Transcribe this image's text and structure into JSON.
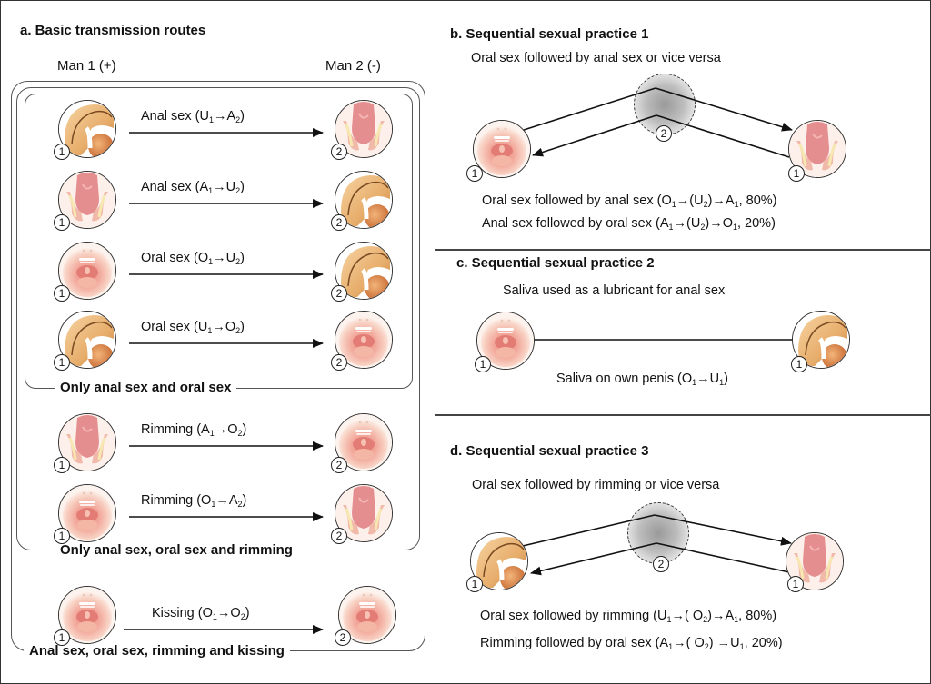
{
  "panel_a": {
    "title": "a. Basic transmission routes",
    "man1_label": "Man 1 (+)",
    "man2_label": "Man 2 (-)",
    "routes": [
      {
        "label": "Anal sex",
        "from": "U",
        "from_sub": "1",
        "to": "A",
        "to_sub": "2",
        "from_icon": "penis-icon",
        "to_icon": "anus-icon"
      },
      {
        "label": "Anal sex",
        "from": "A",
        "from_sub": "1",
        "to": "U",
        "to_sub": "2",
        "from_icon": "anus-icon",
        "to_icon": "penis-icon"
      },
      {
        "label": "Oral sex",
        "from": "O",
        "from_sub": "1",
        "to": "U",
        "to_sub": "2",
        "from_icon": "mouth-icon",
        "to_icon": "penis-icon"
      },
      {
        "label": "Oral sex",
        "from": "U",
        "from_sub": "1",
        "to": "O",
        "to_sub": "2",
        "from_icon": "penis-icon",
        "to_icon": "mouth-icon"
      },
      {
        "label": "Rimming",
        "from": "A",
        "from_sub": "1",
        "to": "O",
        "to_sub": "2",
        "from_icon": "anus-icon",
        "to_icon": "mouth-icon"
      },
      {
        "label": "Rimming",
        "from": "O",
        "from_sub": "1",
        "to": "A",
        "to_sub": "2",
        "from_icon": "mouth-icon",
        "to_icon": "anus-icon"
      },
      {
        "label": "Kissing",
        "from": "O",
        "from_sub": "1",
        "to": "O",
        "to_sub": "2",
        "from_icon": "mouth-icon",
        "to_icon": "mouth-icon"
      }
    ],
    "group_labels": {
      "inner": "Only anal sex and oral sex",
      "middle": "Only anal sex, oral sex and rimming",
      "outer": "Anal sex, oral sex, rimming and kissing"
    },
    "badge_man1": "1",
    "badge_man2": "2"
  },
  "panel_b": {
    "title": "b. Sequential sexual practice 1",
    "subtitle": "Oral sex followed by anal sex or vice versa",
    "left_icon": "mouth-icon",
    "center_icon": "penis-icon",
    "right_icon": "anus-icon",
    "left_badge": "1",
    "center_badge": "2",
    "right_badge": "1",
    "line1": {
      "text": "Oral sex followed by anal sex (O",
      "s1": "1",
      "mid": "→(U",
      "s2": "2",
      "mid2": ")→A",
      "s3": "1",
      "tail": ", 80%)"
    },
    "line2": {
      "text": "Anal sex followed by oral sex (A",
      "s1": "1",
      "mid": "→(U",
      "s2": "2",
      "mid2": ")→O",
      "s3": "1",
      "tail": ", 20%)"
    }
  },
  "panel_c": {
    "title": "c. Sequential sexual practice 2",
    "subtitle": "Saliva used as a lubricant for anal sex",
    "left_icon": "mouth-icon",
    "right_icon": "penis-icon",
    "left_badge": "1",
    "right_badge": "1",
    "caption": {
      "text": "Saliva on own penis (O",
      "s1": "1",
      "mid": "→U",
      "s2": "1",
      "tail": ")"
    }
  },
  "panel_d": {
    "title": "d. Sequential sexual practice 3",
    "subtitle": "Oral sex followed by rimming or vice versa",
    "left_icon": "penis-icon",
    "center_icon": "mouth-icon",
    "right_icon": "anus-icon",
    "left_badge": "1",
    "center_badge": "2",
    "right_badge": "1",
    "line1": {
      "text": "Oral sex followed by rimming  (U",
      "s1": "1",
      "mid": "→( O",
      "s2": "2",
      "mid2": ")→A",
      "s3": "1",
      "tail": ", 80%)"
    },
    "line2": {
      "text": "Rimming followed by oral sex (A",
      "s1": "1",
      "mid": "→( O",
      "s2": "2",
      "mid2": ") →U",
      "s3": "1",
      "tail": ", 20%)"
    }
  }
}
